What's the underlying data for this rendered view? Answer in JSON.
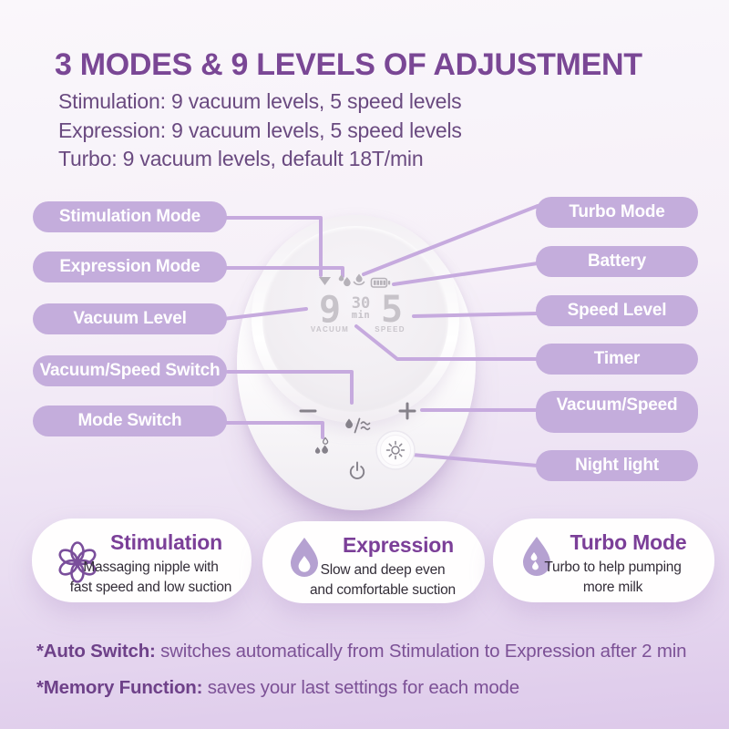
{
  "header": {
    "title": "3 MODES & 9 LEVELS OF ADJUSTMENT",
    "subtitle_lines": [
      "Stimulation: 9 vacuum levels, 5 speed levels",
      "Expression: 9 vacuum levels, 5 speed levels",
      "Turbo: 9 vacuum levels, default 18T/min"
    ]
  },
  "callouts_left": [
    "Stimulation Mode",
    "Expression Mode",
    "Vacuum Level",
    "Vacuum/Speed Switch",
    "Mode Switch"
  ],
  "callouts_right": [
    "Turbo Mode",
    "Battery",
    "Speed Level",
    "Timer",
    "Vacuum/Speed",
    "Night light"
  ],
  "device": {
    "indicator_icons": [
      "stimulation-triangle-icon",
      "expression-drops-icon",
      "turbo-drop-icon",
      "battery-icon"
    ],
    "display": {
      "vacuum_value": "9",
      "vacuum_label": "VACUUM",
      "timer_value": "30",
      "timer_unit": "min",
      "speed_value": "5",
      "speed_label": "SPEED"
    },
    "control_icons": [
      "minus-icon",
      "plus-icon",
      "vacuum-speed-switch-icon",
      "mode-switch-icon",
      "night-light-icon",
      "power-icon"
    ]
  },
  "cards": [
    {
      "icon": "flower-icon",
      "title": "Stimulation",
      "desc_line1": "Massaging nipple with",
      "desc_line2": "fast speed and low suction"
    },
    {
      "icon": "drop-icon",
      "title": "Expression",
      "desc_line1": "Slow and deep even",
      "desc_line2": "and comfortable suction"
    },
    {
      "icon": "double-drop-icon",
      "title": "Turbo Mode",
      "desc_line1": "Turbo to help pumping",
      "desc_line2": "more milk"
    }
  ],
  "footnotes": [
    {
      "bold": "*Auto Switch:",
      "rest": " switches automatically from Stimulation to Expression after 2 min"
    },
    {
      "bold": "*Memory Function:",
      "rest": " saves your last settings for each mode"
    }
  ],
  "colors": {
    "accent_purple": "#7a4795",
    "pill_purple": "#c4addc",
    "line_purple": "#c6aade",
    "text_purple": "#6a4a80",
    "card_title_purple": "#7b3f98",
    "display_gray": "#c7c3c9"
  }
}
